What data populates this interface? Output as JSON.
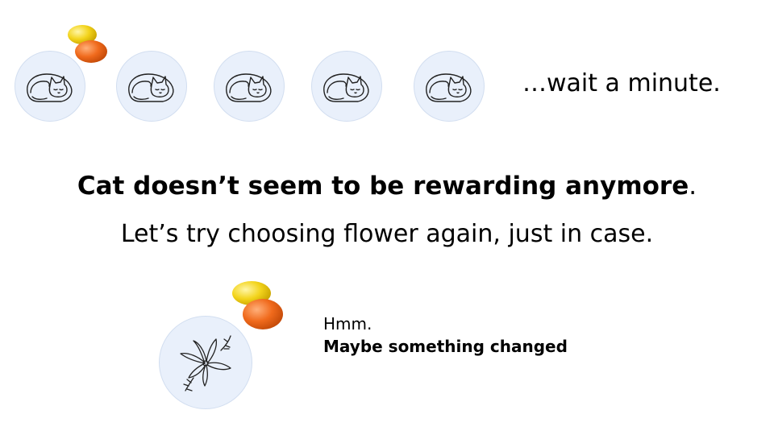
{
  "top_row": {
    "tokens": [
      {
        "icon": "sleeping-cat-icon",
        "rewarded": true
      },
      {
        "icon": "sleeping-cat-icon",
        "rewarded": false
      },
      {
        "icon": "sleeping-cat-icon",
        "rewarded": false
      },
      {
        "icon": "sleeping-cat-icon",
        "rewarded": false
      },
      {
        "icon": "sleeping-cat-icon",
        "rewarded": false
      }
    ],
    "aside": "…wait a minute."
  },
  "headline": {
    "bold": "Cat doesn’t seem to be rewarding anymore",
    "tail": "."
  },
  "subline": "Let’s try choosing flower again, just in case.",
  "flower_choice": {
    "icon": "flower-icon",
    "rewarded": true,
    "note_line1": "Hmm.",
    "note_line2": "Maybe something changed"
  },
  "colors": {
    "token_bg": "#e9f0fb",
    "candy_yellow": "#f2d21b",
    "candy_orange": "#f06a1c"
  }
}
